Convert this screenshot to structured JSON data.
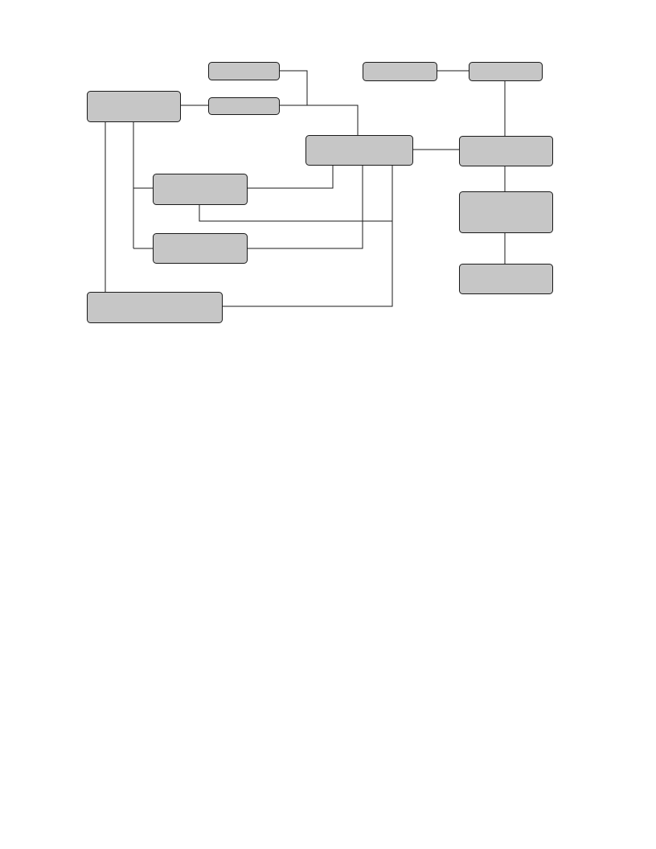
{
  "diagram": {
    "box_fill": "#c6c6c6",
    "box_stroke": "#1a1a1a",
    "line_color": "#1a1a1a",
    "nodes": [
      {
        "id": "box-top-small-1",
        "label": ""
      },
      {
        "id": "box-top-small-2",
        "label": ""
      },
      {
        "id": "box-top-right-1",
        "label": ""
      },
      {
        "id": "box-top-right-2",
        "label": ""
      },
      {
        "id": "box-left-main",
        "label": ""
      },
      {
        "id": "box-center-hub",
        "label": ""
      },
      {
        "id": "box-right-1",
        "label": ""
      },
      {
        "id": "box-mid-1",
        "label": ""
      },
      {
        "id": "box-mid-2",
        "label": ""
      },
      {
        "id": "box-right-2",
        "label": ""
      },
      {
        "id": "box-right-3",
        "label": ""
      },
      {
        "id": "box-bottom-left",
        "label": ""
      }
    ]
  }
}
